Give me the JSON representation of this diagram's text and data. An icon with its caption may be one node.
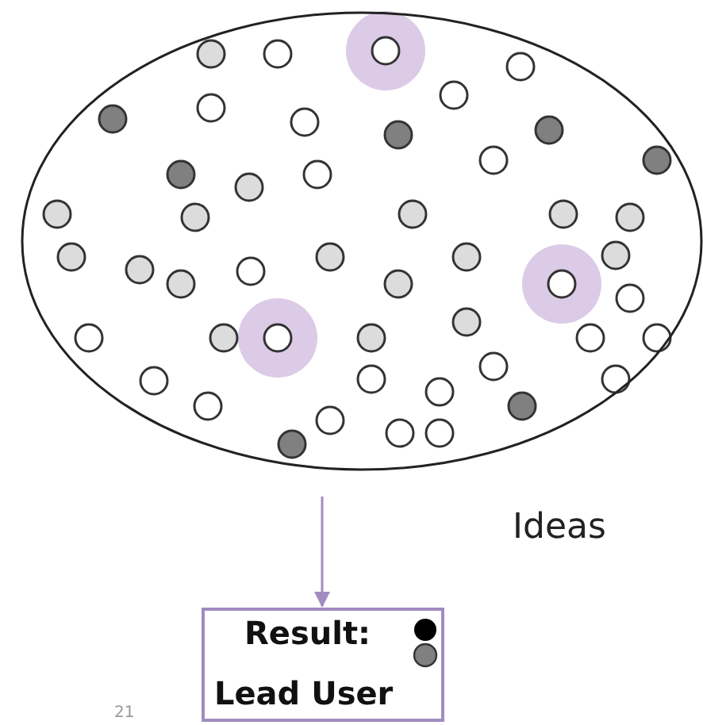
{
  "diagram": {
    "nodes": [
      {
        "text": [],
        "shape": "ellipse",
        "beside": [
          "Ideas"
        ]
      },
      {
        "text": [
          "Result:",
          "Lead User"
        ]
      }
    ],
    "edges": [
      {
        "from": 0,
        "to": 1,
        "arrow": "to",
        "color": "#a08cc0"
      }
    ],
    "labels": [
      "21"
    ]
  }
}
